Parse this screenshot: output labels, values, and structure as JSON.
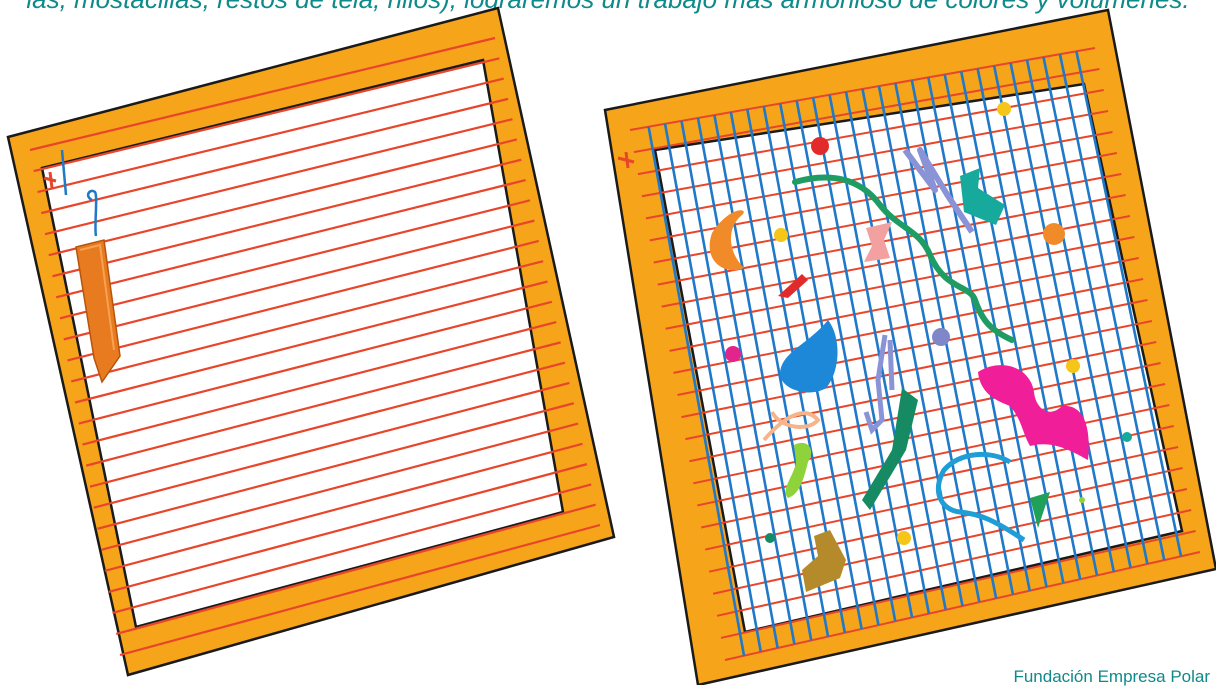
{
  "caption": "las, mostacillas, restos de tela, hilos), lograremos un trabajo más armonioso de colores y volúmenes.",
  "credit": "Fundación Empresa Polar",
  "colors": {
    "frame": "#f6a41a",
    "frame_outline": "#1a1a1a",
    "warp_red": "#e8452a",
    "weft_blue": "#1f78c8",
    "shuttle": "#e87a1f",
    "caption_text": "#0e8a8a"
  },
  "icons": {
    "left_loom": "loom-with-warp-threads",
    "right_loom": "loom-with-woven-threads-and-scraps",
    "shuttle": "wooden-shuttle",
    "knot": "thread-knot"
  }
}
